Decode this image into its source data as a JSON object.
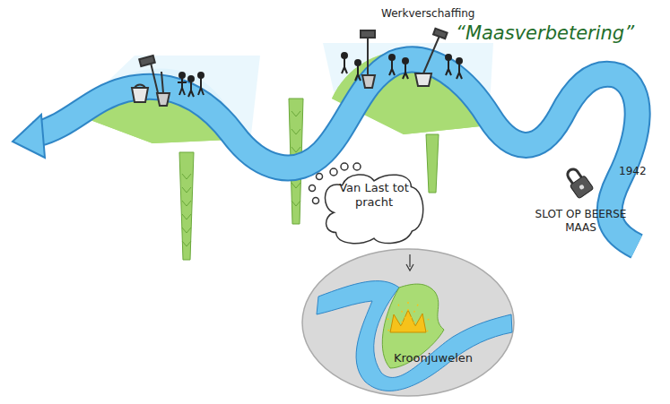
{
  "diagram": {
    "nodes": [
      {
        "text": [
          "Van Last tot pracht"
        ]
      },
      {
        "text": [
          "Kroonjuwelen"
        ]
      }
    ],
    "labels": [
      "Werkverschaffing",
      "“Maasverbetering”",
      "1942",
      "SLOT OP BEERSE MAAS"
    ]
  }
}
